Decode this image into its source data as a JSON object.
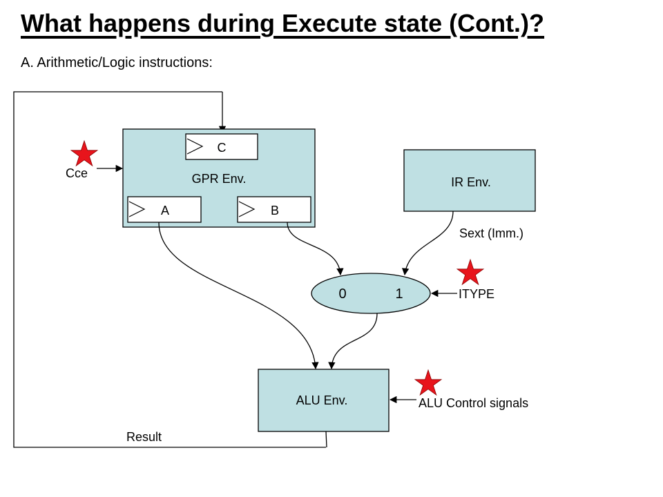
{
  "title": "What happens during Execute state (Cont.)?",
  "subtitle": "A. Arithmetic/Logic instructions:",
  "diagram": {
    "gpr": {
      "label": "GPR Env.",
      "reg_c": "C",
      "reg_a": "A",
      "reg_b": "B"
    },
    "ir": {
      "label": "IR Env."
    },
    "alu": {
      "label": "ALU Env."
    },
    "mux": {
      "in0": "0",
      "in1": "1"
    },
    "labels": {
      "cce": "Cce",
      "sext": "Sext (Imm.)",
      "itype": "ITYPE",
      "alu_control": "ALU Control signals",
      "result": "Result"
    },
    "colors": {
      "box_fill": "#bfe0e3",
      "star_fill": "#e8141c"
    }
  }
}
